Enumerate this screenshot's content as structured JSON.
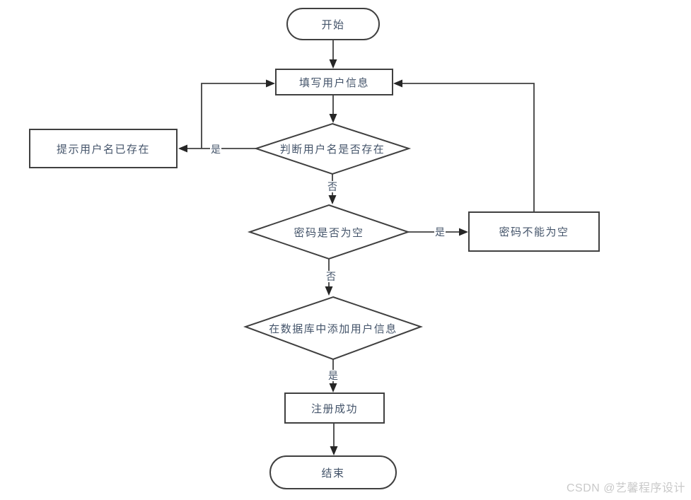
{
  "watermark": {
    "text": "CSDN @艺馨程序设计"
  },
  "colors": {
    "background": "#ffffff",
    "shape_border": "#404040",
    "edge_line": "#404040",
    "arrowhead": "#262626",
    "node_text": "#44546a",
    "watermark_text": "#c9c9c9"
  },
  "diagram": {
    "type": "flowchart",
    "topic": "user-registration-flow",
    "nodes": [
      {
        "id": "start",
        "shape": "stadium",
        "label": "开始"
      },
      {
        "id": "fill-user-info",
        "shape": "rect",
        "label": "填写用户信息"
      },
      {
        "id": "check-username-exists",
        "shape": "diamond",
        "label": "判断用户名是否存在"
      },
      {
        "id": "prompt-username-exists",
        "shape": "rect",
        "label": "提示用户名已存在"
      },
      {
        "id": "check-password-empty",
        "shape": "diamond",
        "label": "密码是否为空"
      },
      {
        "id": "password-cannot-be-empty",
        "shape": "rect",
        "label": "密码不能为空"
      },
      {
        "id": "add-user-info-to-db",
        "shape": "diamond",
        "label": "在数据库中添加用户信息"
      },
      {
        "id": "register-success",
        "shape": "rect",
        "label": "注册成功"
      },
      {
        "id": "end",
        "shape": "stadium",
        "label": "结束"
      }
    ],
    "edge_labels": {
      "username_exists_yes": "是",
      "username_exists_no": "否",
      "password_empty_yes": "是",
      "password_empty_no": "否",
      "db_add_yes": "是"
    }
  }
}
